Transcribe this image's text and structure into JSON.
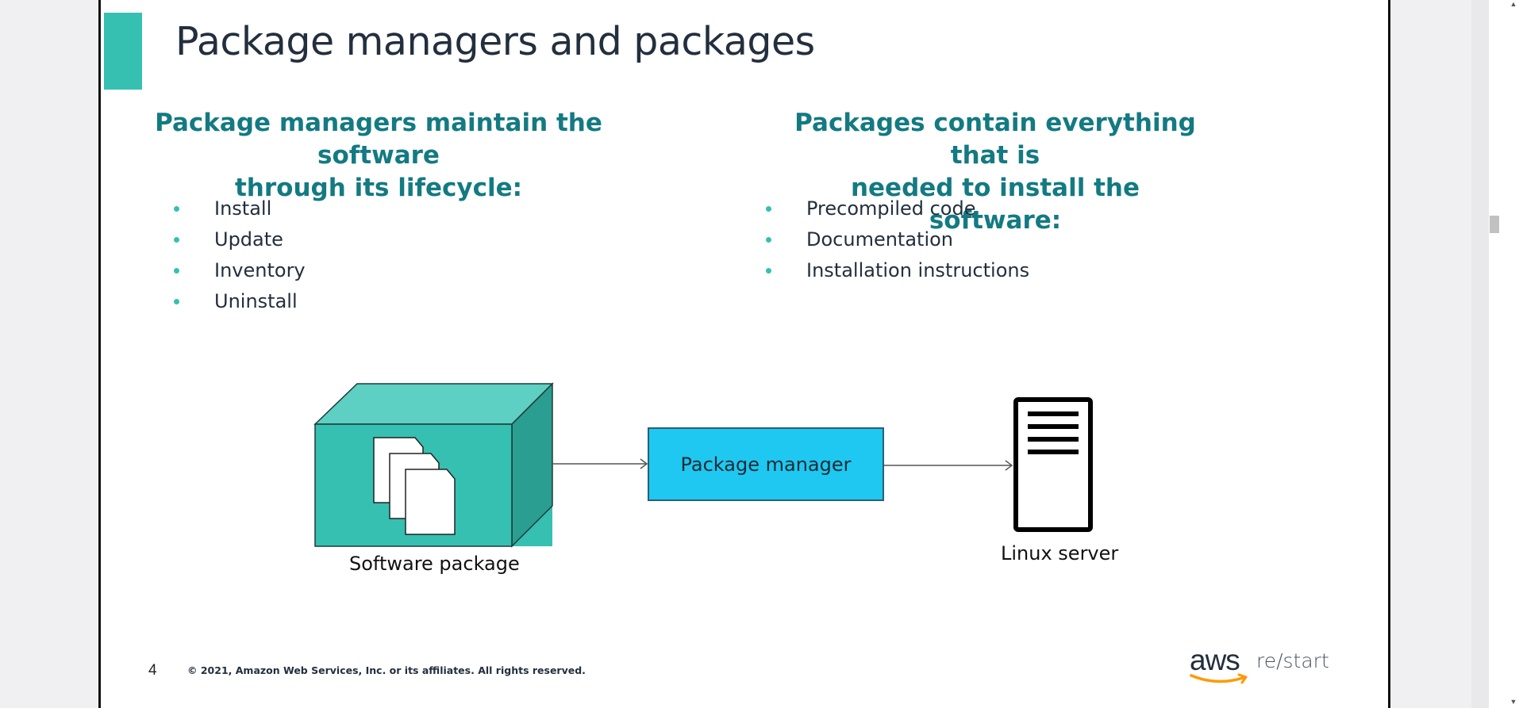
{
  "slide": {
    "title": "Package managers and packages",
    "left_column": {
      "heading_line1": "Package managers maintain the software",
      "heading_line2": "through its lifecycle:",
      "items": [
        "Install",
        "Update",
        "Inventory",
        "Uninstall"
      ]
    },
    "right_column": {
      "heading_line1": "Packages contain everything that is",
      "heading_line2": "needed to install the software:",
      "items": [
        "Precompiled code",
        "Documentation",
        "Installation instructions"
      ]
    },
    "diagram": {
      "software_package_label": "Software package",
      "package_manager_label": "Package manager",
      "linux_server_label": "Linux server"
    },
    "footer": {
      "page_number": "4",
      "copyright": "© 2021, Amazon Web Services, Inc. or its affiliates. All rights reserved."
    },
    "logo": {
      "word": "aws",
      "product": "re/start"
    }
  },
  "colors": {
    "accent_teal": "#35c0b1",
    "heading_teal": "#137a82",
    "package_manager_blue": "#1ec8f0",
    "aws_orange": "#ff9900",
    "text_dark": "#232f3e"
  },
  "icons": {
    "package_box": "cube-with-documents-icon",
    "server": "server-tower-icon",
    "arrow": "right-arrow-icon",
    "aws_smile": "aws-smile-arrow-icon"
  }
}
